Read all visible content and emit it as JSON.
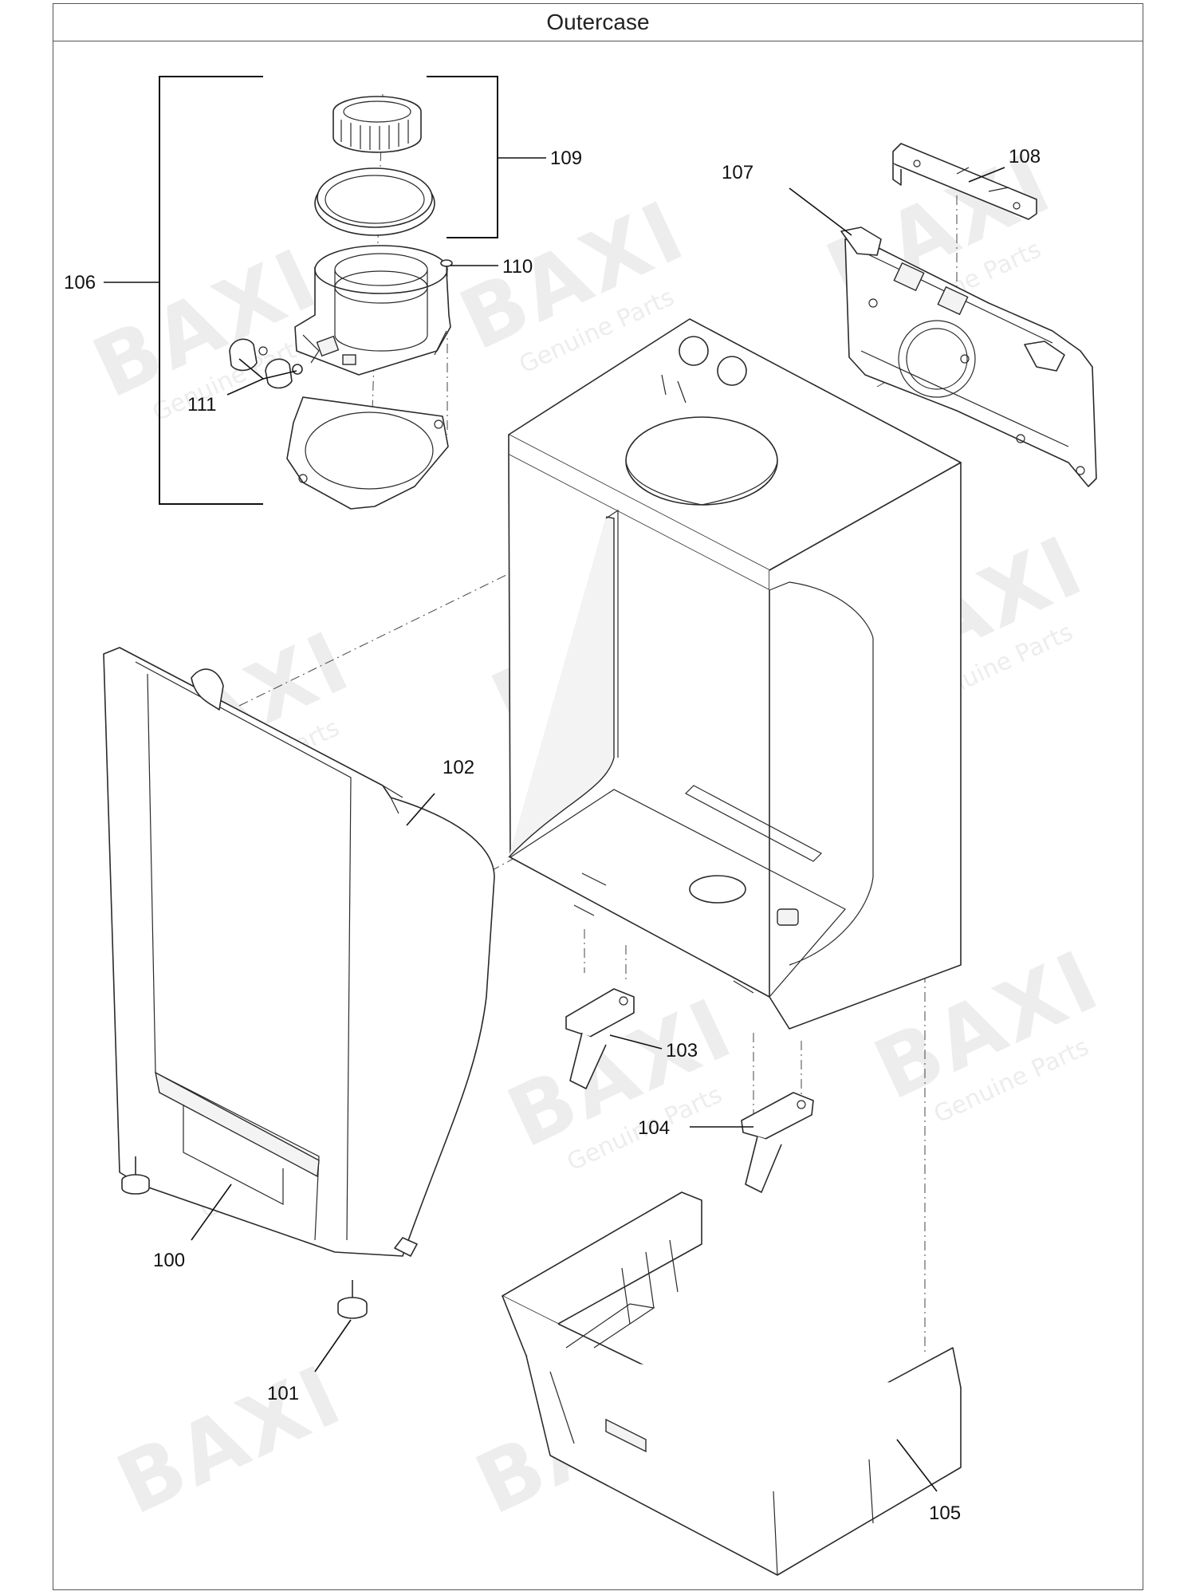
{
  "title": "Outercase",
  "watermark": {
    "brand": "BAXI",
    "subtitle": "Genuine Parts",
    "color": "#ededed"
  },
  "callouts": {
    "c100": "100",
    "c101": "101",
    "c102": "102",
    "c103": "103",
    "c104": "104",
    "c105": "105",
    "c106": "106",
    "c107": "107",
    "c108": "108",
    "c109": "109",
    "c110": "110",
    "c111": "111"
  }
}
